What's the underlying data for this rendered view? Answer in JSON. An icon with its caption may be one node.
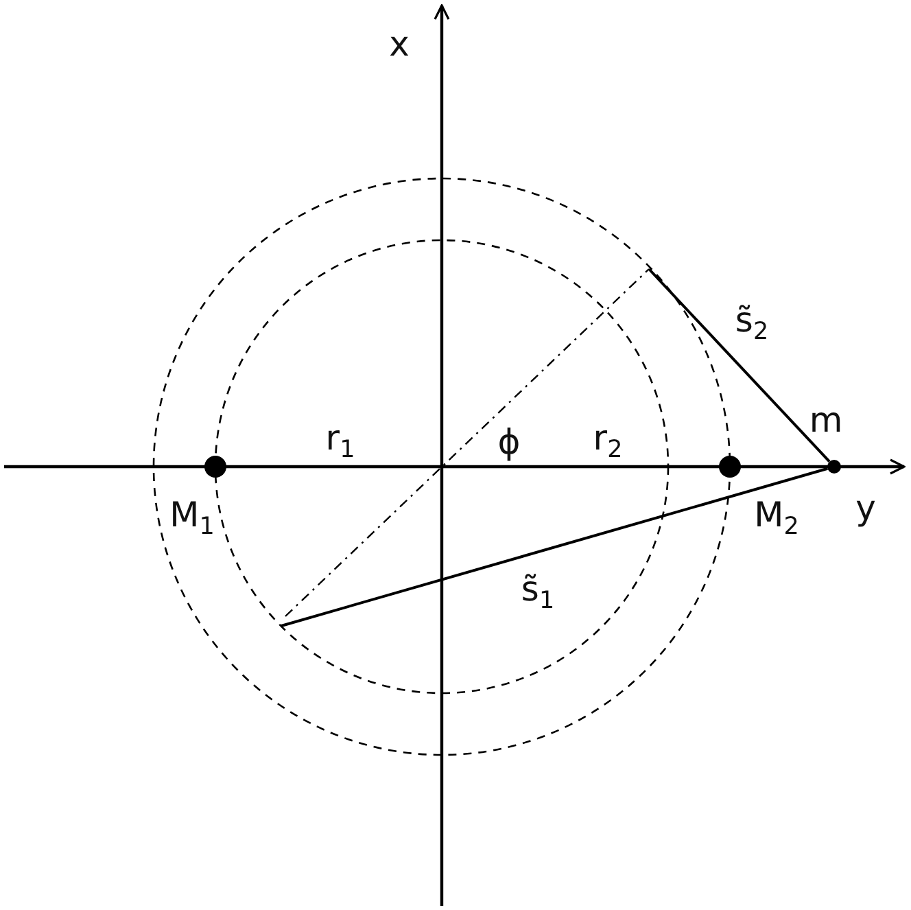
{
  "diagram": {
    "nodes": [
      {
        "text": [],
        "shape": "circle",
        "beside": [
          "M$_{1}$"
        ]
      },
      {
        "text": [],
        "shape": "circle",
        "beside": [
          "M$_{2}$"
        ]
      },
      {
        "text": [],
        "shape": "circle",
        "beside": [
          "m"
        ]
      }
    ],
    "edges": [
      {
        "from": null,
        "to": 2,
        "arrow": "none",
        "label": "s̃$_{1}$"
      },
      {
        "from": null,
        "to": 2,
        "arrow": "none",
        "label": "s̃$_{2}$"
      }
    ],
    "labels": [
      "x",
      "y",
      "r$_{1}$",
      "ϕ",
      "r$_{2}$"
    ]
  }
}
